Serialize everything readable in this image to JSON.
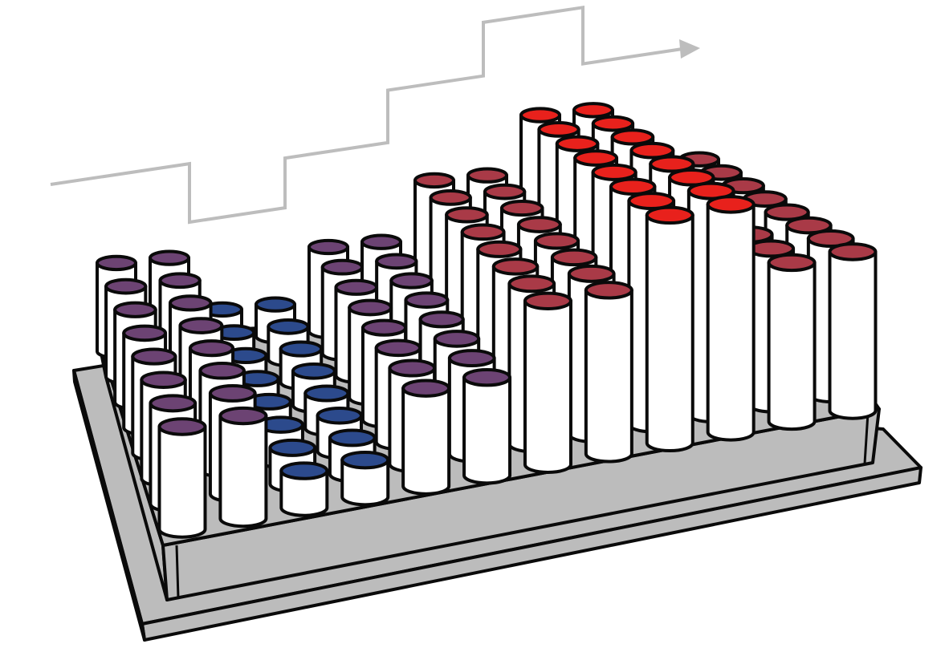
{
  "colors": {
    "plate": "#bcbcbc",
    "outline": "#0a0a0a",
    "trend": "#bdbdbd",
    "tube_body": "#ffffff",
    "purple": "#6c4373",
    "blue": "#2c4a8c",
    "dark_red": "#a93a47",
    "bright_red": "#e8211c"
  },
  "plate": {
    "rows": 8,
    "columns": [
      {
        "group": "purple",
        "level": 3.2
      },
      {
        "group": "purple",
        "level": 3.2
      },
      {
        "group": "blue",
        "level": 1.15
      },
      {
        "group": "blue",
        "level": 1.15
      },
      {
        "group": "purple",
        "level": 3.05
      },
      {
        "group": "purple",
        "level": 3.05
      },
      {
        "group": "dark_red",
        "level": 5.1
      },
      {
        "group": "dark_red",
        "level": 5.1
      },
      {
        "group": "bright_red",
        "level": 7.1
      },
      {
        "group": "bright_red",
        "level": 7.1
      },
      {
        "group": "dark_red",
        "level": 4.95
      },
      {
        "group": "dark_red",
        "level": 4.95
      }
    ]
  },
  "trend": {
    "direction": "increasing",
    "step_levels": [
      1.0,
      0.0,
      1.7,
      3.5,
      5.3,
      4.2
    ]
  }
}
